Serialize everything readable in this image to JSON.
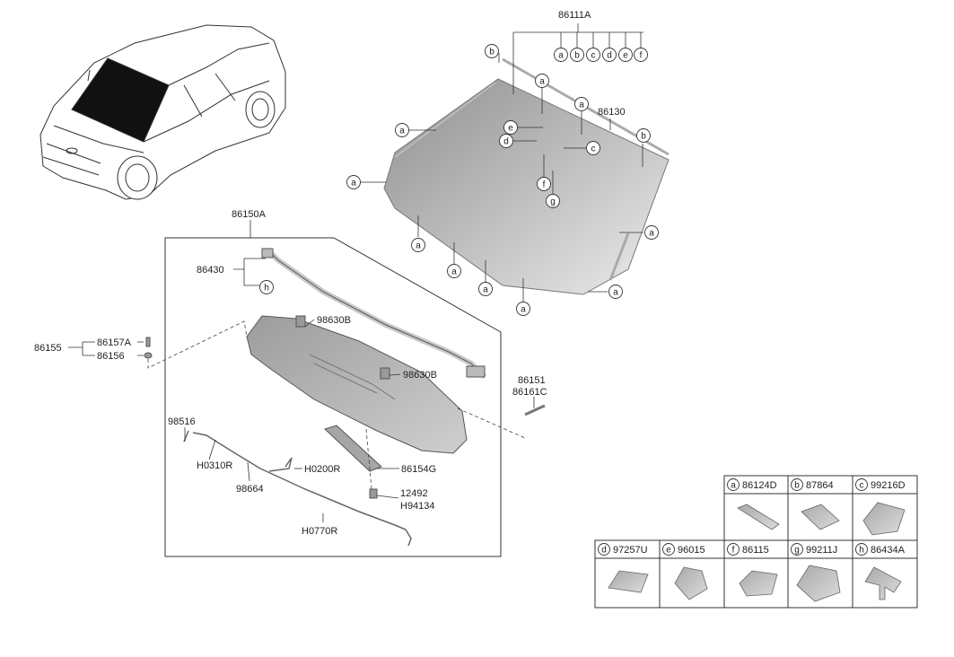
{
  "labels": {
    "p86111A": "86111A",
    "p86130": "86130",
    "p86150A": "86150A",
    "p86430": "86430",
    "p98630B_1": "98630B",
    "p98630B_2": "98630B",
    "p86155": "86155",
    "p86157A": "86157A",
    "p86156": "86156",
    "p86151": "86151",
    "p86161C": "86161C",
    "p98516": "98516",
    "pH0310R": "H0310R",
    "pH0200R": "H0200R",
    "p86154G": "86154G",
    "p98664": "98664",
    "p12492": "12492",
    "pH94134": "H94134",
    "pH0770R": "H0770R"
  },
  "callouts": {
    "a": "a",
    "b": "b",
    "c": "c",
    "d": "d",
    "e": "e",
    "f": "f",
    "g": "g",
    "h": "h"
  },
  "legend": {
    "row1": [
      {
        "letter": "a",
        "part": "86124D"
      },
      {
        "letter": "b",
        "part": "87864"
      },
      {
        "letter": "c",
        "part": "99216D"
      }
    ],
    "row2": [
      {
        "letter": "d",
        "part": "97257U"
      },
      {
        "letter": "e",
        "part": "96015"
      },
      {
        "letter": "f",
        "part": "86115"
      },
      {
        "letter": "g",
        "part": "99211J"
      },
      {
        "letter": "h",
        "part": "86434A"
      }
    ]
  },
  "colors": {
    "line": "#333333",
    "glass_dark": "#9a9a9a",
    "glass_light": "#e2e2e2",
    "cowl": "#b8b8b8",
    "car_glass": "#111111"
  }
}
